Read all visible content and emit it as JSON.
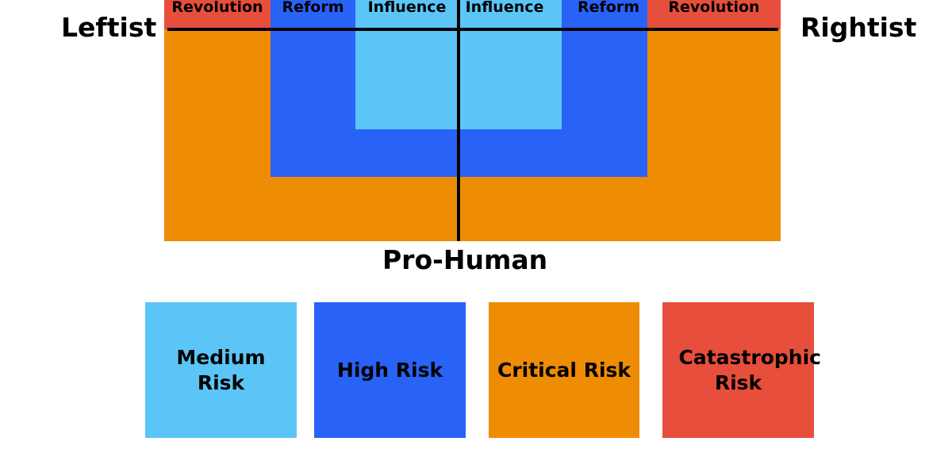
{
  "colors": {
    "medium": "#5bc5f7",
    "high": "#2962f6",
    "critical": "#ee8c03",
    "catastrophic": "#e84e3c",
    "axis": "#000000"
  },
  "axes": {
    "left": "Leftist",
    "right": "Rightist",
    "bottom": "Pro-Human"
  },
  "bands": {
    "left": [
      "Revolution",
      "Reform",
      "Influence"
    ],
    "right": [
      "Influence",
      "Reform",
      "Revolution"
    ]
  },
  "legend": [
    {
      "label": "Medium Risk",
      "color": "#5bc5f7"
    },
    {
      "label": "High Risk",
      "color": "#2962f6"
    },
    {
      "label": "Critical Risk",
      "color": "#ee8c03"
    },
    {
      "label": "Catastrophic Risk",
      "color": "#e84e3c"
    }
  ]
}
